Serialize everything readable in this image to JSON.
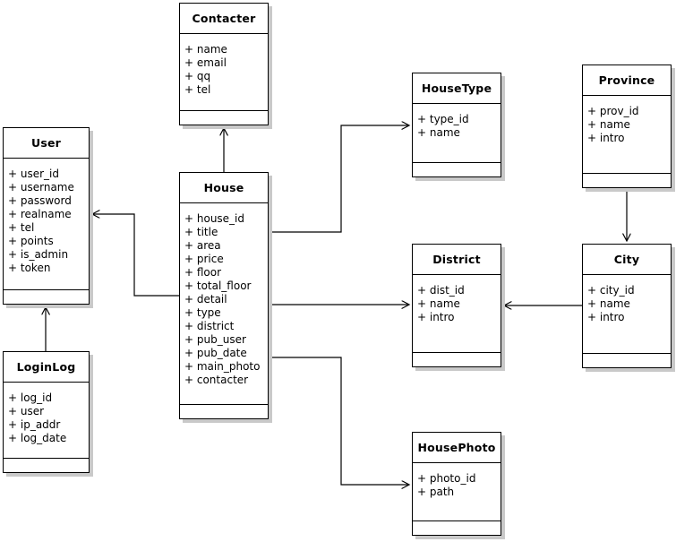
{
  "diagram": {
    "entities": [
      {
        "id": "contacter",
        "name": "Contacter",
        "attributes": [
          "+ name",
          "+ email",
          "+ qq",
          "+ tel"
        ]
      },
      {
        "id": "user",
        "name": "User",
        "attributes": [
          "+ user_id",
          "+ username",
          "+ password",
          "+ realname",
          "+ tel",
          "+ points",
          "+ is_admin",
          "+ token"
        ]
      },
      {
        "id": "loginlog",
        "name": "LoginLog",
        "attributes": [
          "+ log_id",
          "+ user",
          "+ ip_addr",
          "+ log_date"
        ]
      },
      {
        "id": "house",
        "name": "House",
        "attributes": [
          "+ house_id",
          "+ title",
          "+ area",
          "+ price",
          "+ floor",
          "+ total_floor",
          "+ detail",
          "+ type",
          "+ district",
          "+ pub_user",
          "+ pub_date",
          "+ main_photo",
          "+ contacter"
        ]
      },
      {
        "id": "housetype",
        "name": "HouseType",
        "attributes": [
          "+ type_id",
          "+ name"
        ]
      },
      {
        "id": "province",
        "name": "Province",
        "attributes": [
          "+ prov_id",
          "+ name",
          "+ intro"
        ]
      },
      {
        "id": "district",
        "name": "District",
        "attributes": [
          "+ dist_id",
          "+ name",
          "+ intro"
        ]
      },
      {
        "id": "city",
        "name": "City",
        "attributes": [
          "+ city_id",
          "+ name",
          "+ intro"
        ]
      },
      {
        "id": "housephoto",
        "name": "HousePhoto",
        "attributes": [
          "+ photo_id",
          "+ path"
        ]
      }
    ],
    "relations": [
      {
        "from": "House",
        "to": "Contacter"
      },
      {
        "from": "House",
        "to": "User"
      },
      {
        "from": "LoginLog",
        "to": "User"
      },
      {
        "from": "House",
        "to": "HouseType"
      },
      {
        "from": "House",
        "to": "District"
      },
      {
        "from": "House",
        "to": "HousePhoto"
      },
      {
        "from": "Province",
        "to": "City"
      },
      {
        "from": "City",
        "to": "District"
      }
    ],
    "colors": {
      "background": "#ffffff",
      "box_bg": "#ffffff",
      "border": "#000000",
      "shadow": "#c9c9c9",
      "text": "#000000"
    }
  }
}
